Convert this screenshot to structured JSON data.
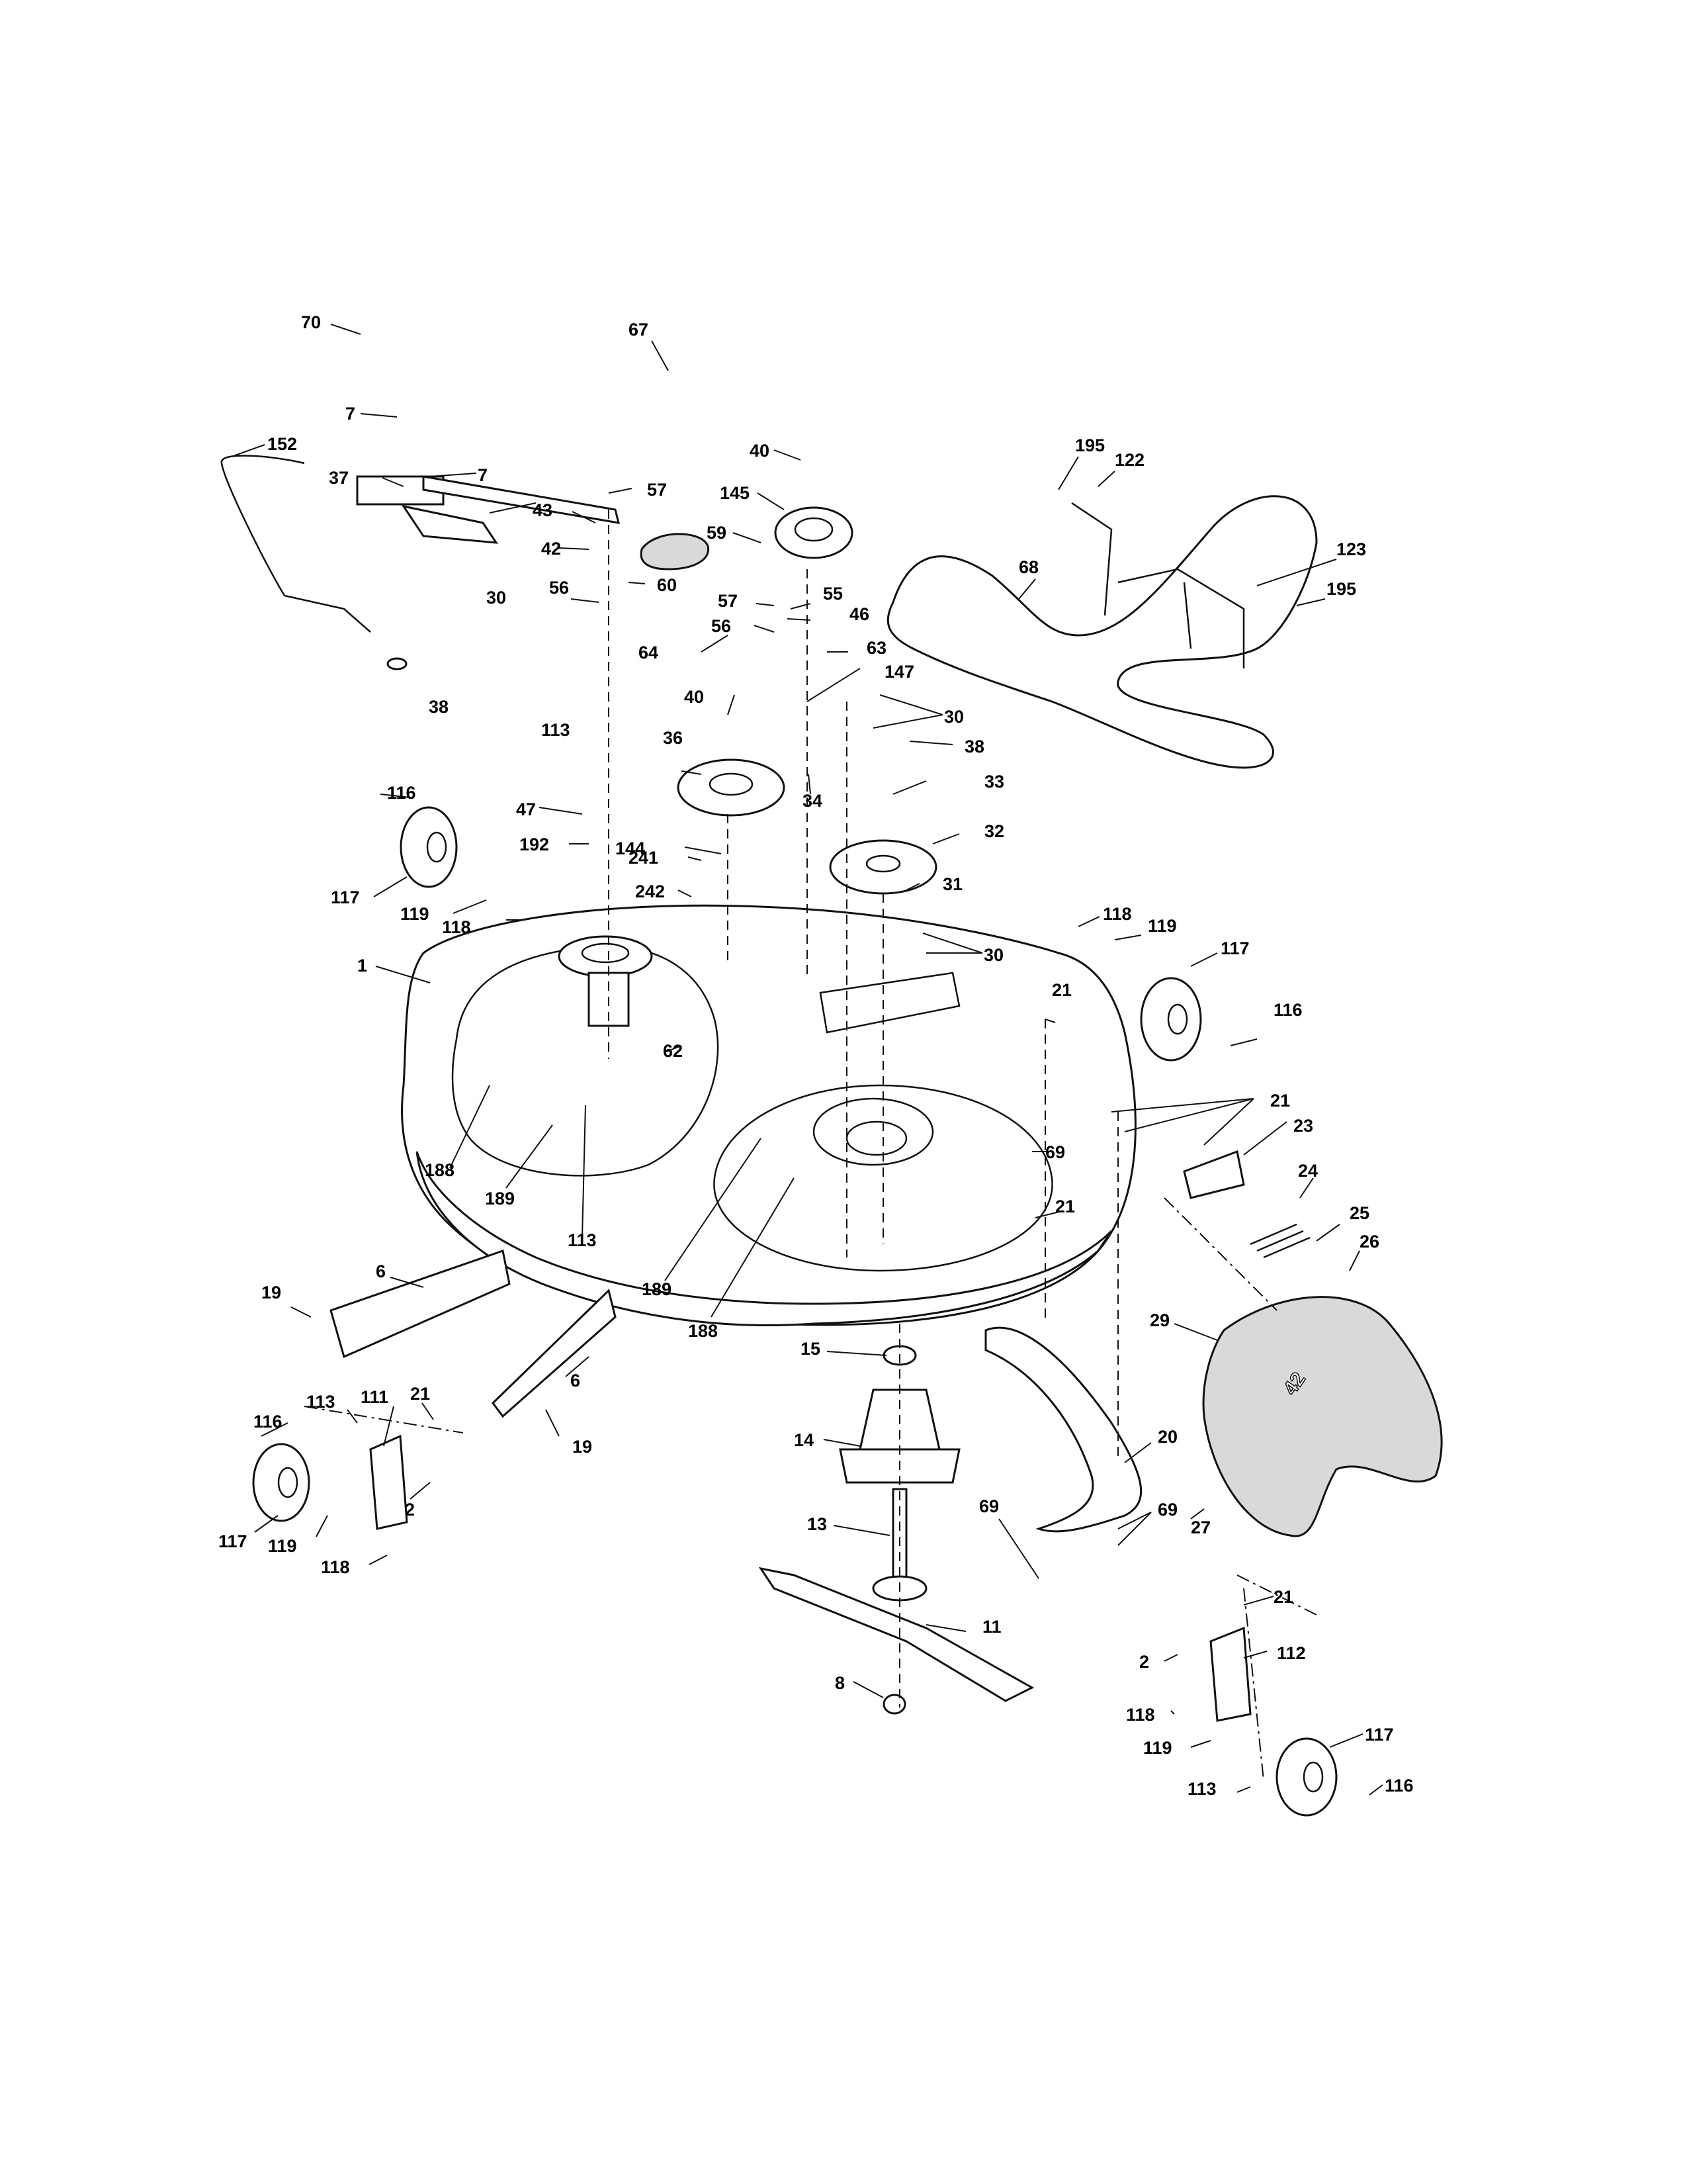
{
  "diagram": {
    "title": "",
    "deck_stamp": "42",
    "callouts": [
      {
        "id": "c70a",
        "label": "70"
      },
      {
        "id": "c67a",
        "label": "67"
      },
      {
        "id": "c7a",
        "label": "7"
      },
      {
        "id": "c7b",
        "label": "7"
      },
      {
        "id": "c152a",
        "label": "152"
      },
      {
        "id": "c37a",
        "label": "37"
      },
      {
        "id": "c40a",
        "label": "40"
      },
      {
        "id": "c57a",
        "label": "57"
      },
      {
        "id": "c145a",
        "label": "145"
      },
      {
        "id": "c43a",
        "label": "43"
      },
      {
        "id": "c59a",
        "label": "59"
      },
      {
        "id": "c42a",
        "label": "42"
      },
      {
        "id": "c60a",
        "label": "60"
      },
      {
        "id": "c56a",
        "label": "56"
      },
      {
        "id": "c57b",
        "label": "57"
      },
      {
        "id": "c55a",
        "label": "55"
      },
      {
        "id": "c46a",
        "label": "46"
      },
      {
        "id": "c56b",
        "label": "56"
      },
      {
        "id": "c64a",
        "label": "64"
      },
      {
        "id": "c63a",
        "label": "63"
      },
      {
        "id": "c147a",
        "label": "147"
      },
      {
        "id": "c30a",
        "label": "30"
      },
      {
        "id": "c40b",
        "label": "40"
      },
      {
        "id": "c30b",
        "label": "30"
      },
      {
        "id": "c38a",
        "label": "38"
      },
      {
        "id": "c38b",
        "label": "38"
      },
      {
        "id": "c113a",
        "label": "113"
      },
      {
        "id": "c36a",
        "label": "36"
      },
      {
        "id": "c34a",
        "label": "34"
      },
      {
        "id": "c33a",
        "label": "33"
      },
      {
        "id": "c116a",
        "label": "116"
      },
      {
        "id": "c47a",
        "label": "47"
      },
      {
        "id": "c192a",
        "label": "192"
      },
      {
        "id": "c144a",
        "label": "144"
      },
      {
        "id": "c32a",
        "label": "32"
      },
      {
        "id": "c241a",
        "label": "241"
      },
      {
        "id": "c117a",
        "label": "117"
      },
      {
        "id": "c242a",
        "label": "242"
      },
      {
        "id": "c119a",
        "label": "119"
      },
      {
        "id": "c31a",
        "label": "31"
      },
      {
        "id": "c118a",
        "label": "118"
      },
      {
        "id": "c30c",
        "label": "30"
      },
      {
        "id": "c1a",
        "label": "1"
      },
      {
        "id": "c118b",
        "label": "118"
      },
      {
        "id": "c119b",
        "label": "119"
      },
      {
        "id": "c117b",
        "label": "117"
      },
      {
        "id": "c21a",
        "label": "21"
      },
      {
        "id": "c116b",
        "label": "116"
      },
      {
        "id": "c62a",
        "label": "62"
      },
      {
        "id": "c21b",
        "label": "21"
      },
      {
        "id": "c23a",
        "label": "23"
      },
      {
        "id": "c69a",
        "label": "69"
      },
      {
        "id": "c188a",
        "label": "188"
      },
      {
        "id": "c189a",
        "label": "189"
      },
      {
        "id": "c24a",
        "label": "24"
      },
      {
        "id": "c21c",
        "label": "21"
      },
      {
        "id": "c113b",
        "label": "113"
      },
      {
        "id": "c25a",
        "label": "25"
      },
      {
        "id": "c26a",
        "label": "26"
      },
      {
        "id": "c6a",
        "label": "6"
      },
      {
        "id": "c189b",
        "label": "189"
      },
      {
        "id": "c19a",
        "label": "19"
      },
      {
        "id": "c188b",
        "label": "188"
      },
      {
        "id": "c29a",
        "label": "29"
      },
      {
        "id": "c15a",
        "label": "15"
      },
      {
        "id": "c6b",
        "label": "6"
      },
      {
        "id": "c113c",
        "label": "113"
      },
      {
        "id": "c111a",
        "label": "111"
      },
      {
        "id": "c21d",
        "label": "21"
      },
      {
        "id": "c116c",
        "label": "116"
      },
      {
        "id": "c19b",
        "label": "19"
      },
      {
        "id": "c14a",
        "label": "14"
      },
      {
        "id": "c20a",
        "label": "20"
      },
      {
        "id": "c2a",
        "label": "2"
      },
      {
        "id": "c69b",
        "label": "69"
      },
      {
        "id": "c69c",
        "label": "69"
      },
      {
        "id": "c117c",
        "label": "117"
      },
      {
        "id": "c119c",
        "label": "119"
      },
      {
        "id": "c13a",
        "label": "13"
      },
      {
        "id": "c27a",
        "label": "27"
      },
      {
        "id": "c118c",
        "label": "118"
      },
      {
        "id": "c11a",
        "label": "11"
      },
      {
        "id": "c21e",
        "label": "21"
      },
      {
        "id": "c2b",
        "label": "2"
      },
      {
        "id": "c112a",
        "label": "112"
      },
      {
        "id": "c8a",
        "label": "8"
      },
      {
        "id": "c118d",
        "label": "118"
      },
      {
        "id": "c117d",
        "label": "117"
      },
      {
        "id": "c119d",
        "label": "119"
      },
      {
        "id": "c116d",
        "label": "116"
      },
      {
        "id": "c113d",
        "label": "113"
      }
    ]
  }
}
